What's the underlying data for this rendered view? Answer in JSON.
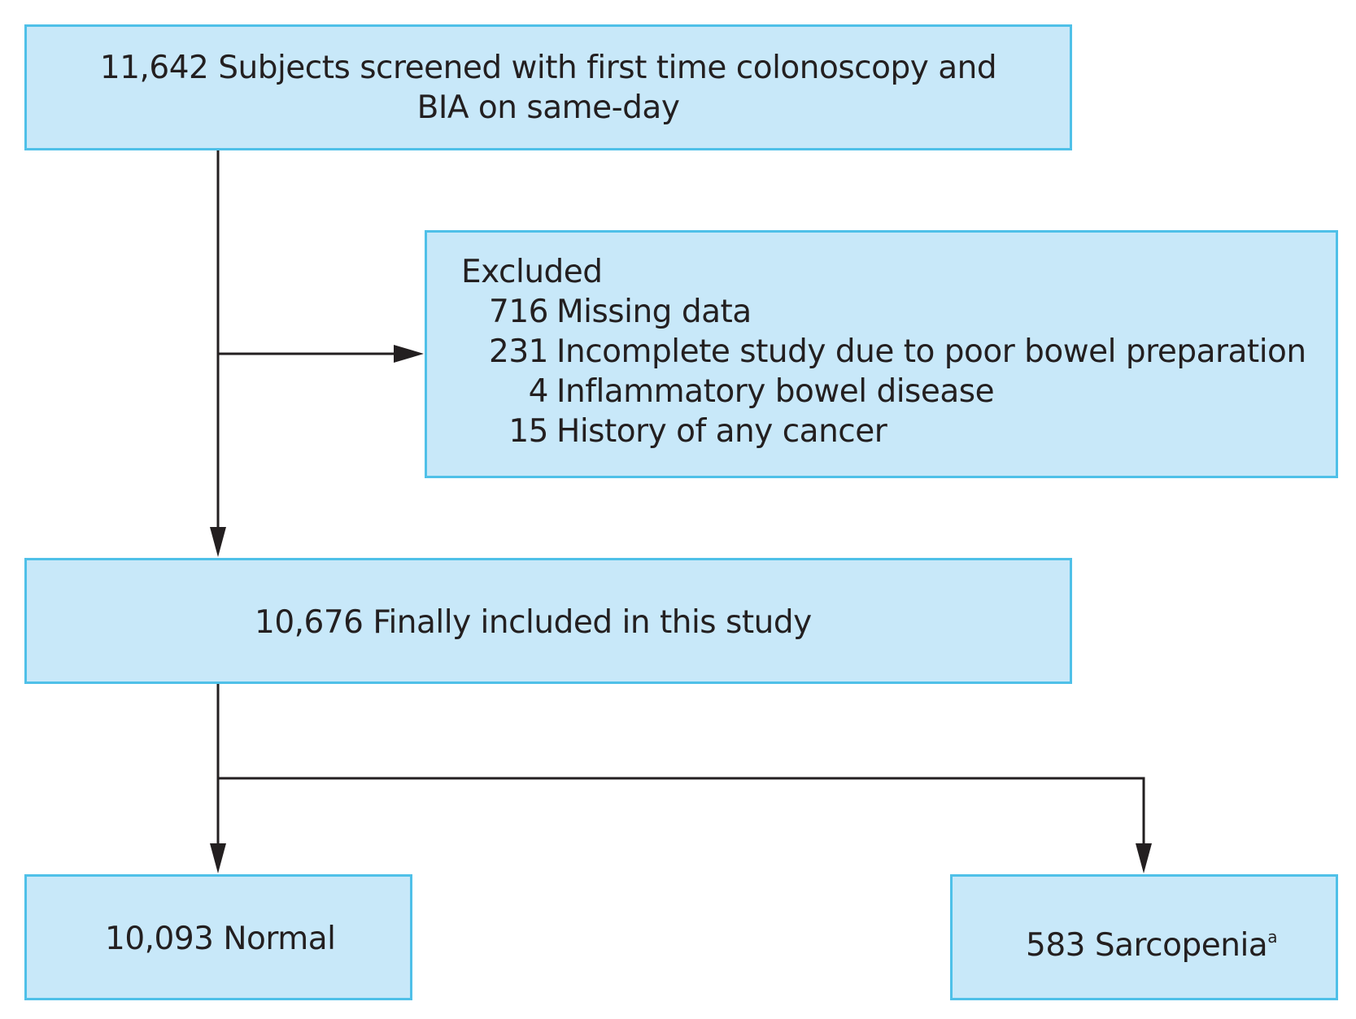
{
  "nodes": {
    "screened": {
      "lines": [
        "11,642 Subjects screened with first time colonoscopy and",
        "BIA on same-day"
      ]
    },
    "excluded": {
      "title": "Excluded",
      "items": [
        {
          "count": "716",
          "label": "Missing data"
        },
        {
          "count": "231",
          "label": "Incomplete study due to poor bowel preparation"
        },
        {
          "count": "4",
          "label": "Inflammatory bowel disease"
        },
        {
          "count": "15",
          "label": "History of any cancer"
        }
      ]
    },
    "included": {
      "text": "10,676 Finally included in this study"
    },
    "normal": {
      "text": "10,093 Normal"
    },
    "sarcopenia": {
      "text": "583 Sarcopenia",
      "footnote_marker": "a"
    }
  },
  "edges": [
    {
      "from": "screened",
      "to": "included"
    },
    {
      "from": "screened",
      "to": "excluded"
    },
    {
      "from": "included",
      "to": "normal"
    },
    {
      "from": "included",
      "to": "sarcopenia"
    }
  ],
  "colors": {
    "box_fill": "#c8e8f9",
    "box_border": "#4fc0e8",
    "text": "#231f20",
    "line": "#231f20"
  }
}
